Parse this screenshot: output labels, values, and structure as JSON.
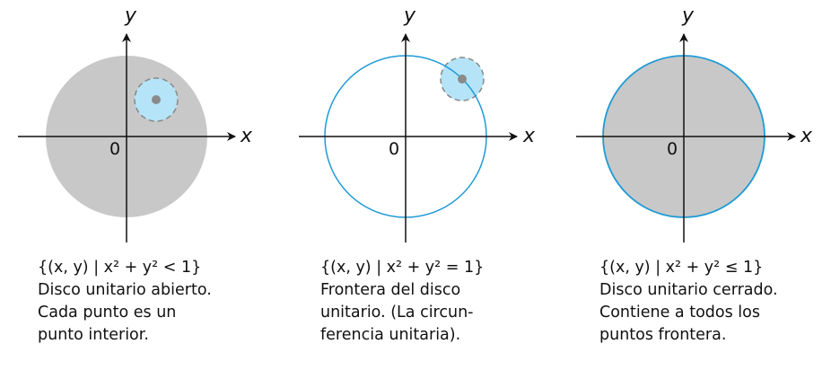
{
  "panels": [
    {
      "x_label": "x",
      "y_label": "y",
      "origin_label": "0",
      "set_notation": "{(x, y) | x² + y² < 1}",
      "description": [
        "Disco unitario abierto.",
        "Cada punto es un",
        "punto interior."
      ]
    },
    {
      "x_label": "x",
      "y_label": "y",
      "origin_label": "0",
      "set_notation": "{(x, y) | x² + y² = 1}",
      "description": [
        "Frontera del disco",
        "unitario. (La circun-",
        "ferencia unitaria)."
      ]
    },
    {
      "x_label": "x",
      "y_label": "y",
      "origin_label": "0",
      "set_notation": "{(x, y) | x² + y² ≤ 1}",
      "description": [
        "Disco unitario cerrado.",
        "Contiene a todos los",
        "puntos frontera."
      ]
    }
  ],
  "colors": {
    "disk_fill": "#c8c8c8",
    "boundary": "#1e9ad6",
    "neighborhood_fill": "#b5e4f8",
    "neighborhood_dash": "#888888",
    "point": "#8a8a8a",
    "axis": "#111111"
  }
}
